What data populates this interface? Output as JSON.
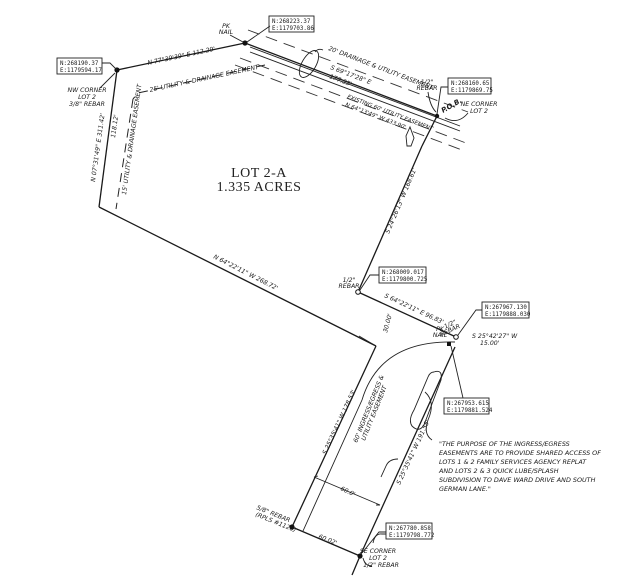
{
  "lot": {
    "name": "LOT 2-A",
    "area": "1.335 ACRES"
  },
  "boundary_calls": {
    "north": "N 77°39'39\" E   112.29'",
    "west": "N 07°31'49\" E   311.42'",
    "south_west": "N 64°22'11\" W   268.72'",
    "east": "S 24°26'13\" W   168.61'",
    "south_short": "S 64°22'11\" E   96.83'",
    "northeast_line": "S 69°17'28\" E",
    "northeast_dist": "177.35'",
    "pk_offset_bearing": "S 25°42'27\" W",
    "pk_offset_dist": "15.00'",
    "panhandle_west": "S 25°35'41\" W   178.53'",
    "panhandle_east": "S 25°35'41\" W   191.55'",
    "panhandle_width": "60.0'",
    "south_end": "60.02'",
    "west_sub": "118.12'",
    "corner_offset": "30.00'"
  },
  "easements": {
    "drainage_20": "20' DRAINAGE & UTILITY EASEMENT",
    "utility_25": "25' UTILITY & DRAINAGE EASEMENT",
    "utility_15": "15' UTILITY & DRAINAGE EASEMENT",
    "existing": "EXISTING 60' UTILITY EASEMENT",
    "existing_call": "N 64°13'49\" W   433.90'",
    "ingress": "60' INGRESS/EGRESS &",
    "ingress2": "UTILITY EASEMENT"
  },
  "coordinates": {
    "nw": {
      "n": "N:268190.37",
      "e": "E:1179594.17"
    },
    "pk_top": {
      "n": "N:268223.37",
      "e": "E:1179703.86"
    },
    "ne": {
      "n": "N:268160.65",
      "e": "E:1179869.75"
    },
    "mid_rebar": {
      "n": "N:268009.017",
      "e": "E:1179800.725"
    },
    "east_rebar": {
      "n": "N:267967.130",
      "e": "E:1179888.030"
    },
    "pk_mid": {
      "n": "N:267953.615",
      "e": "E:1179881.524"
    },
    "se": {
      "n": "N:267780.858",
      "e": "E:1179798.772"
    }
  },
  "monuments": {
    "nw_corner": [
      "NW CORNER",
      "LOT 2",
      "3/8\" REBAR"
    ],
    "ne_corner": [
      "NE CORNER",
      "LOT 2"
    ],
    "se_corner": [
      "SE CORNER",
      "LOT 2",
      "1/2\" REBAR"
    ],
    "pk_nail_top": [
      "PK",
      "NAIL"
    ],
    "pk_nail_mid": [
      "PK",
      "NAIL"
    ],
    "rebar_half_ne": [
      "1/2\"",
      "REBAR"
    ],
    "rebar_half_mid": [
      "1/2\"",
      "REBAR"
    ],
    "rebar_half_east": [
      "1/2\"",
      "REBAR"
    ],
    "rebar_58": [
      "5/8\" REBAR",
      "(RPLS #1120)"
    ],
    "pob": "P.O.B."
  },
  "note": [
    "\"THE PURPOSE OF THE INGRESS/EGRESS",
    "EASEMENTS ARE TO PROVIDE SHARED ACCESS OF",
    "LOTS 1 & 2 FAMILY SERVICES AGENCY REPLAT",
    "AND LOTS 2 & 3 QUICK LUBE/SPLASH",
    "SUBDIVISION TO DAVE WARD DRIVE AND SOUTH",
    "GERMAN LANE.\""
  ]
}
